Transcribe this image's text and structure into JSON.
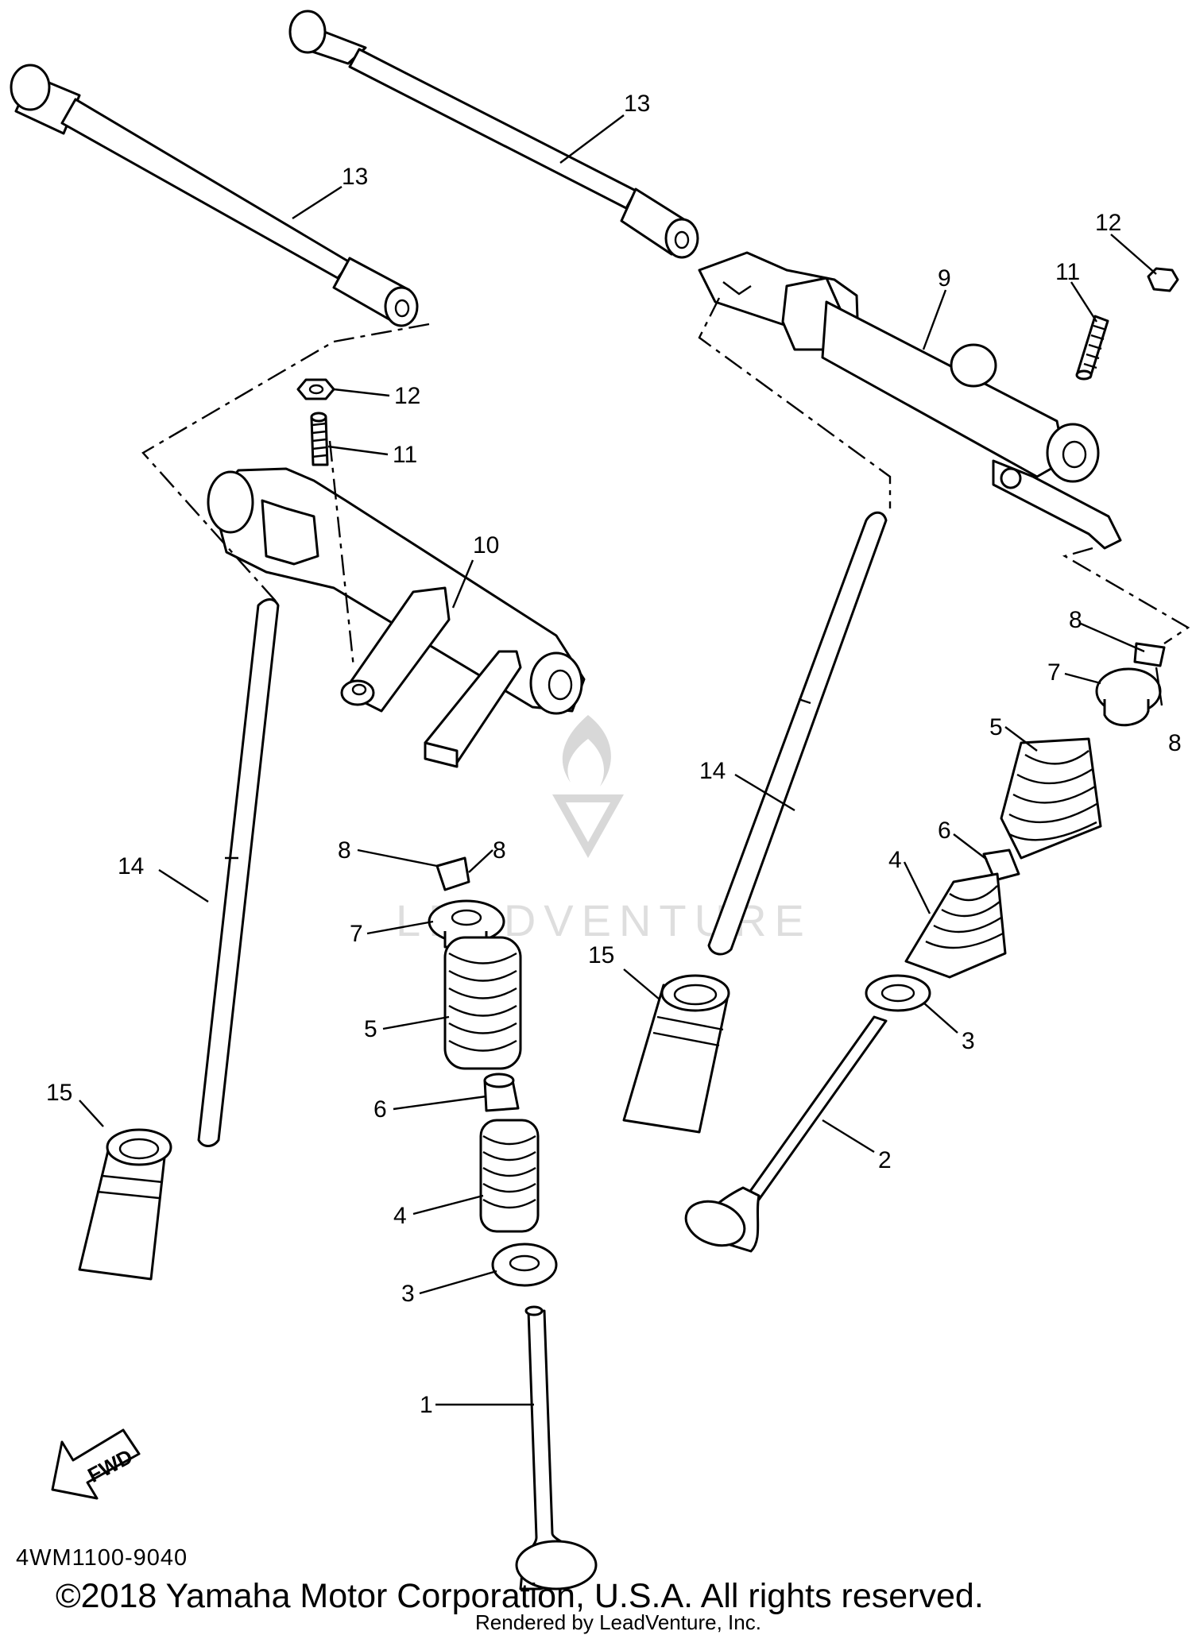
{
  "callouts": {
    "c1": "1",
    "c2": "2",
    "c3a": "3",
    "c3b": "3",
    "c4a": "4",
    "c4b": "4",
    "c5a": "5",
    "c5b": "5",
    "c6a": "6",
    "c6b": "6",
    "c7a": "7",
    "c7b": "7",
    "c8a": "8",
    "c8b": "8",
    "c8c": "8",
    "c8d": "8",
    "c9": "9",
    "c10": "10",
    "c11a": "11",
    "c11b": "11",
    "c12a": "12",
    "c12b": "12",
    "c13a": "13",
    "c13b": "13",
    "c14a": "14",
    "c14b": "14",
    "c15a": "15",
    "c15b": "15"
  },
  "fwd_badge": "FWD",
  "diagram_code": "4WM1100-9040",
  "copyright": "©2018 Yamaha Motor Corporation, U.S.A. All rights reserved.",
  "rendered_by": "Rendered by LeadVenture, Inc.",
  "watermark": "LEADVENTURE",
  "icons": [
    "fwd-arrow-icon",
    "leadventure-flame-logo-icon"
  ]
}
